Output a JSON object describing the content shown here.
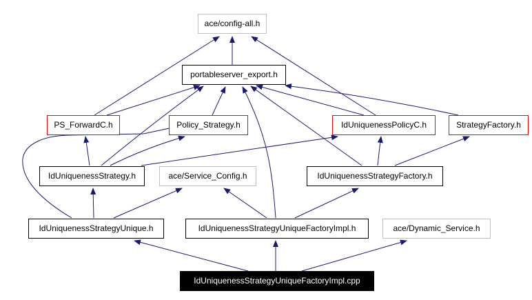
{
  "graph": {
    "colors": {
      "edge": "#191970",
      "external_border": "#bfbfbf",
      "warning_border": "#ff0000",
      "root_fill": "#000000"
    },
    "nodes": {
      "config_all": "ace/config-all.h",
      "portableserver_export": "portableserver_export.h",
      "ps_forwardc": "PS_ForwardC.h",
      "policy_strategy": "Policy_Strategy.h",
      "iduniqueness_policyc": "IdUniquenessPolicyC.h",
      "strategy_factory": "StrategyFactory.h",
      "iduniqueness_strategy": "IdUniquenessStrategy.h",
      "service_config": "ace/Service_Config.h",
      "iduniqueness_strategy_factory": "IdUniquenessStrategyFactory.h",
      "iduniqueness_strategy_unique": "IdUniquenessStrategyUnique.h",
      "unique_factory_impl_h": "IdUniquenessStrategyUniqueFactoryImpl.h",
      "dynamic_service": "ace/Dynamic_Service.h",
      "unique_factory_impl_cpp": "IdUniquenessStrategyUniqueFactoryImpl.cpp"
    }
  }
}
